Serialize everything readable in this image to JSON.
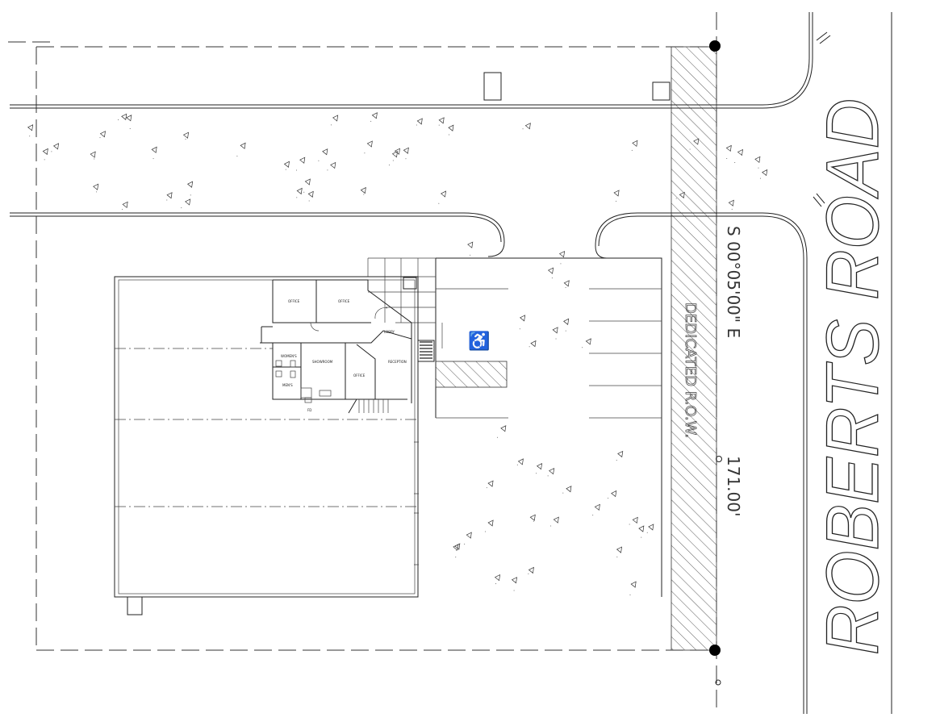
{
  "street": {
    "name": "ROBERTS ROAD"
  },
  "boundary": {
    "bearing": "S 00°05'00\" E",
    "distance": "171.00'",
    "row_label": "DEDICATED R.O.W."
  },
  "rooms": [
    {
      "label": "OFFICE"
    },
    {
      "label": "OFFICE"
    },
    {
      "label": "LOBBY"
    },
    {
      "label": "WOMEN'S"
    },
    {
      "label": "SHOWROOM"
    },
    {
      "label": "OFFICE"
    },
    {
      "label": "RECEPTION"
    },
    {
      "label": "MEN'S"
    },
    {
      "label": "FD"
    }
  ]
}
